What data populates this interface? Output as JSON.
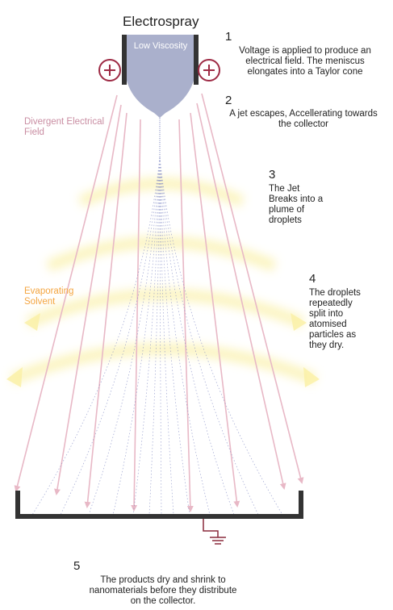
{
  "title": "Electrospray",
  "nozzle_label": "Low Viscosity",
  "labels": {
    "divergent_field": "Divergent Electrical\nField",
    "evaporating_solvent": "Evaporating\nSolvent"
  },
  "steps": [
    {
      "number": "1",
      "text": "Voltage is applied to produce an\nelectrical field. The meniscus\nelongates into a Taylor cone"
    },
    {
      "number": "2",
      "text": "A jet escapes, Accellerating towards\nthe collector"
    },
    {
      "number": "3",
      "text": "The Jet\nBreaks into a\nplume of\ndroplets"
    },
    {
      "number": "4",
      "text": "The droplets\nrepeatedly\nsplit into\natomised\nparticles as\nthey dry."
    },
    {
      "number": "5",
      "text": "The products dry and shrink to\nnanomaterials before they distribute\non the collector."
    }
  ],
  "colors": {
    "nozzle_fill": "#aab0cc",
    "electrode": "#333333",
    "plus_symbol": "#9e2b45",
    "field_arrows": "#e8b8c6",
    "evaporation_glow": "#fbf3b6",
    "droplets": "#6d78b8",
    "collector": "#333333",
    "ground": "#8a2a3c",
    "field_label": "#c98da2",
    "solvent_label": "#f4a540"
  }
}
